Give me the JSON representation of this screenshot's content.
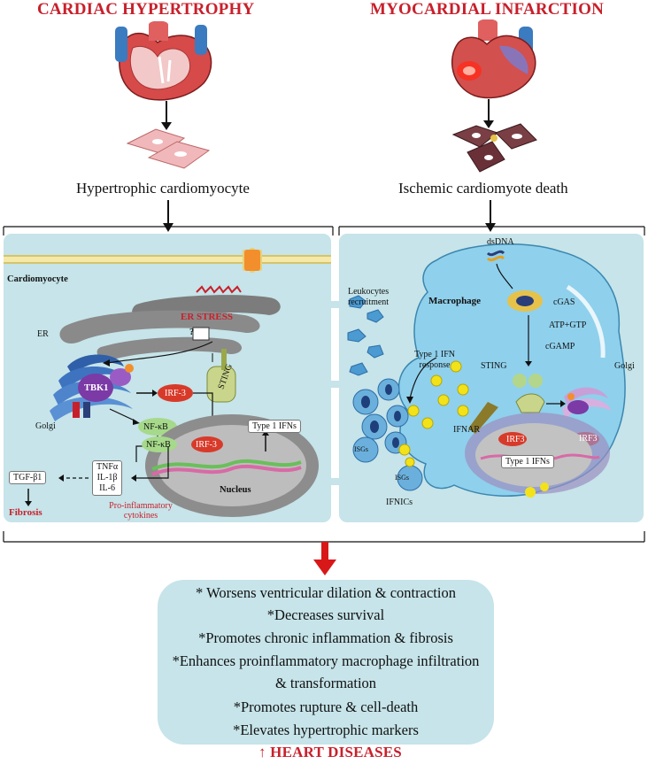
{
  "left": {
    "title": "CARDIAC HYPERTROPHY",
    "caption": "Hypertrophic cardiomyocyte",
    "cell_label": "Cardiomyocyte",
    "er_label": "ER",
    "er_stress": "ER STRESS",
    "question": "?",
    "sting": "STING",
    "tbk": "TBK1",
    "golgi": "Golgi",
    "irf3": "IRF-3",
    "nfkb": "NF-κB",
    "nfkb_nuc": "NF-κB",
    "irf3_nuc": "IRF-3",
    "type1": "Type 1 IFNs",
    "nucleus": "Nucleus",
    "cytokines": [
      "TNFα",
      "IL-1β",
      "IL-6"
    ],
    "tgf": "TGF-β1",
    "fibrosis": "Fibrosis",
    "proinf": "Pro-inflammatory cytokines"
  },
  "right": {
    "title": "MYOCARDIAL INFARCTION",
    "caption": "Ischemic cardiomyote death",
    "dsdna": "dsDNA",
    "macrophage": "Macrophage",
    "cgas": "cGAS",
    "atp": "ATP+GTP",
    "cgamp": "cGAMP",
    "sting": "STING",
    "golgi": "Golgi",
    "irf3": "IRF3",
    "irf3_nuc": "IRF3",
    "type1": "Type 1 IFNs",
    "ifnar": "IFNAR",
    "response": "Type 1 IFN response",
    "leukocytes": "Leukocytes recruitment",
    "isgs": "ISGs",
    "ifnics": "IFNICs"
  },
  "outcomes": [
    "* Worsens ventricular dilation & contraction",
    "*Decreases survival",
    "*Promotes chronic inflammation & fibrosis",
    "*Enhances proinflammatory macrophage infiltration",
    "& transformation",
    "*Promotes rupture & cell-death",
    "*Elevates  hypertrophic markers"
  ],
  "footer": "↑ HEART DISEASES",
  "colors": {
    "title_red": "#c8202b",
    "panel": "#c6e4e9",
    "macrophage": "#8fd0ec",
    "ifn_dot": "#f3e21a"
  }
}
